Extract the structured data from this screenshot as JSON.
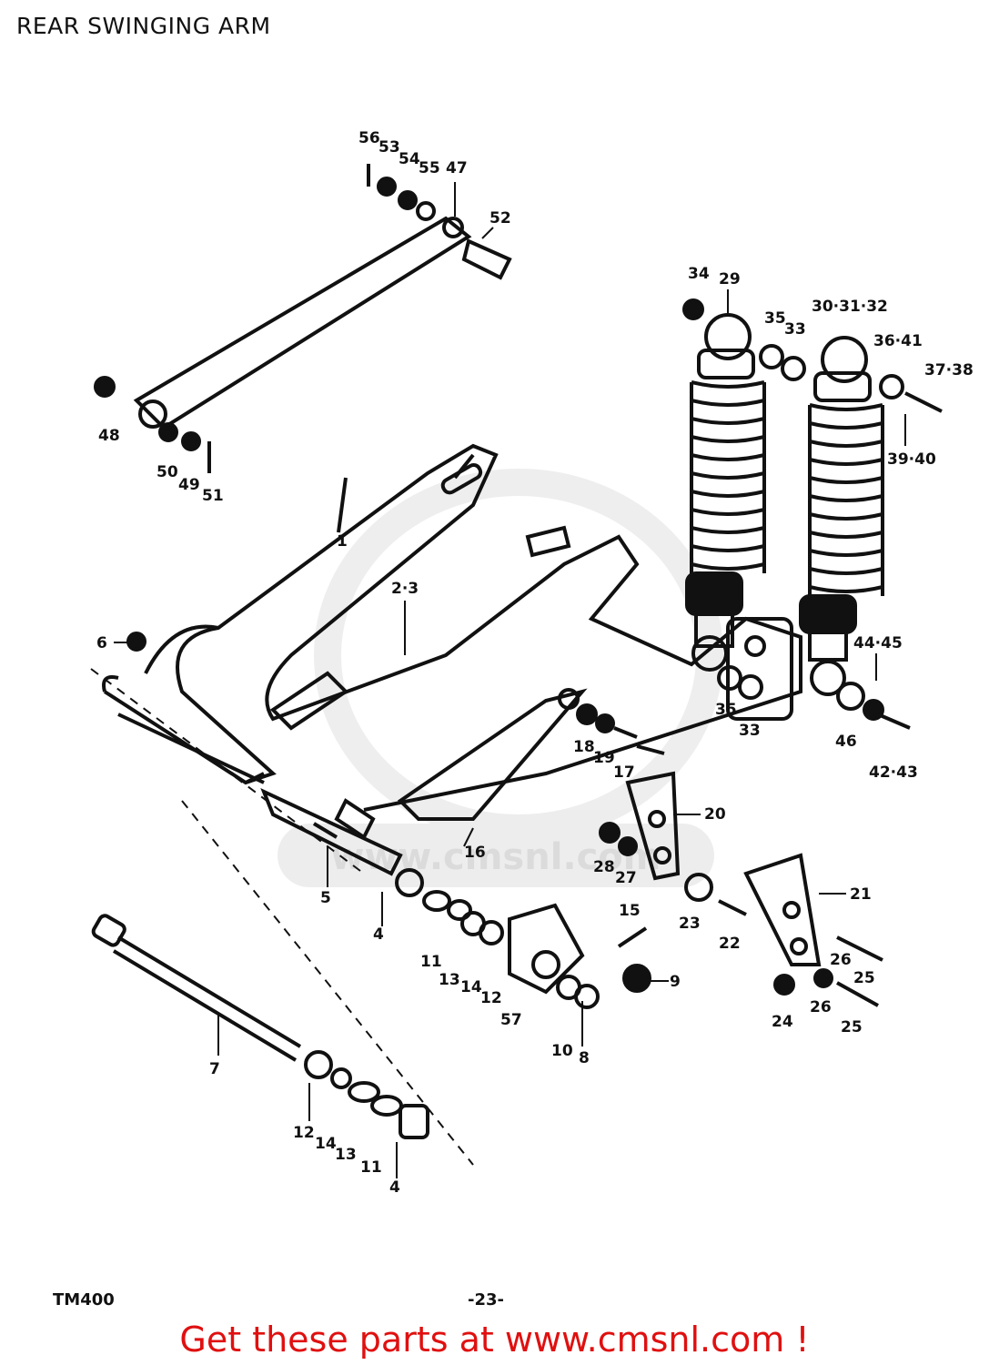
{
  "title": "REAR SWINGING ARM",
  "model": "TM400",
  "page_number": "-23-",
  "cta": "Get these parts at www.cmsnl.com !",
  "watermark": "www.cmsnl.com",
  "colors": {
    "cta": "#e01010",
    "ink": "#111111",
    "watermark": "#e8e8e8"
  },
  "part_labels": [
    "56",
    "53",
    "54",
    "55",
    "47",
    "52",
    "34",
    "29",
    "30·31·32",
    "35",
    "33",
    "36·41",
    "37·38",
    "39·40",
    "48",
    "50",
    "49",
    "51",
    "1",
    "2·3",
    "6",
    "44·45",
    "35",
    "33",
    "46",
    "42·43",
    "18",
    "19",
    "17",
    "20",
    "28",
    "27",
    "16",
    "5",
    "4",
    "15",
    "23",
    "22",
    "21",
    "11",
    "13",
    "14",
    "12",
    "57",
    "9",
    "10",
    "8",
    "26",
    "25",
    "24",
    "26",
    "25",
    "7",
    "12",
    "14",
    "13",
    "11",
    "4"
  ]
}
